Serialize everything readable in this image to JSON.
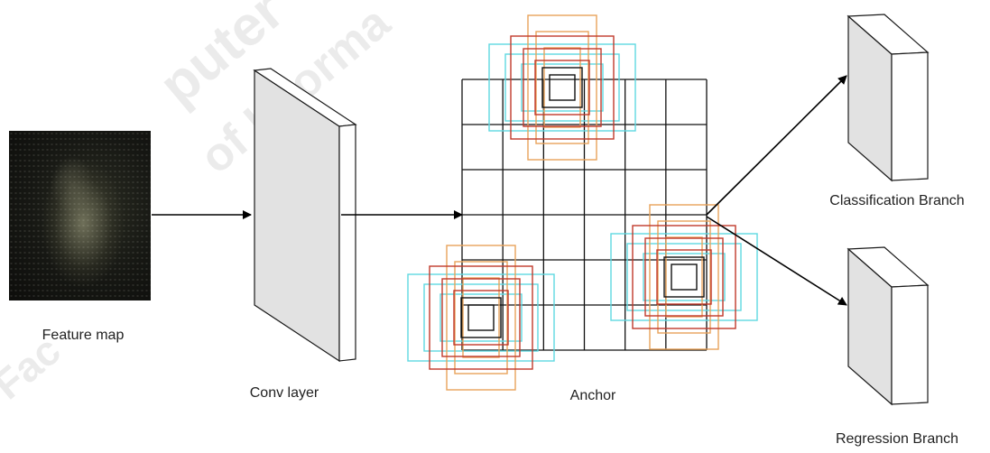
{
  "labels": {
    "feature_map": "Feature map",
    "conv_layer": "Conv layer",
    "anchor": "Anchor",
    "classification_branch": "Classification Branch",
    "regression_branch": "Regression  Branch"
  },
  "colors": {
    "box_outline": "#1a1a1a",
    "box_front": "#ffffff",
    "box_side": "#e2e2e2",
    "grid": "#111111",
    "anchor_cyan": "#5fd8e0",
    "anchor_orange": "#e8a35a",
    "anchor_red": "#c0392b",
    "arrow": "#000000",
    "watermark": "#d8d8d8"
  },
  "watermark": {
    "text": "Faculty of Computer and Information"
  }
}
